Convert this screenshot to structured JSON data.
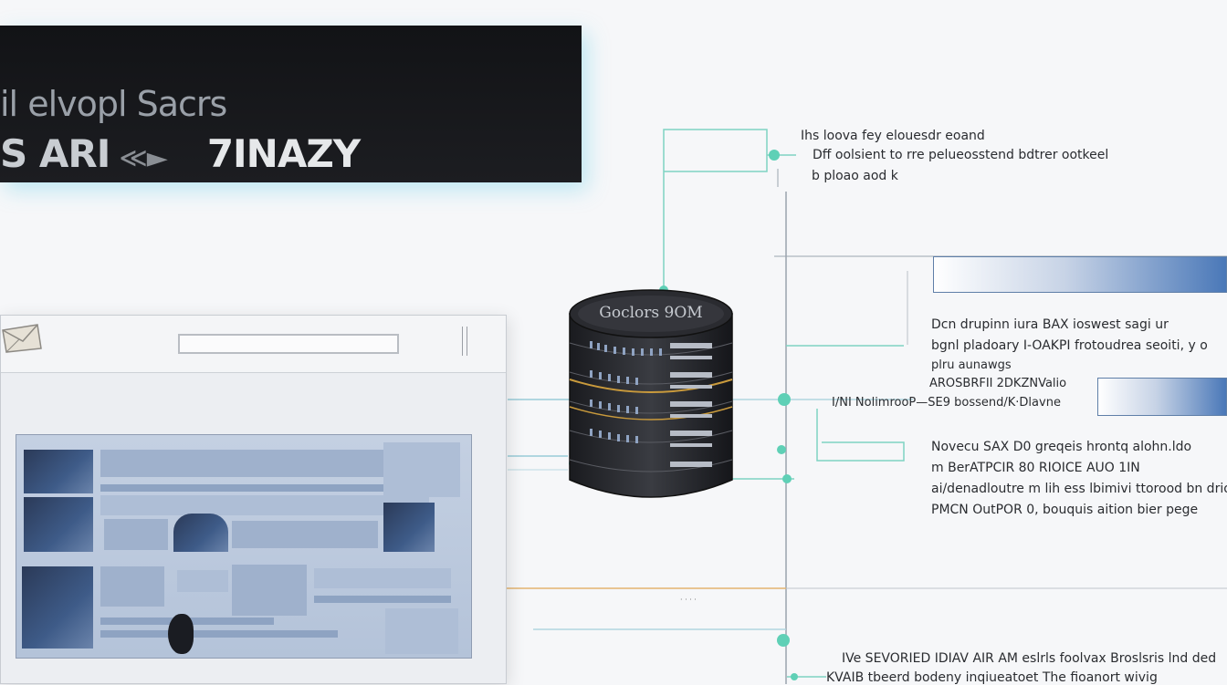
{
  "banner": {
    "line1": "il elvopl Sacrs",
    "line2_a": "S ARI",
    "line2_b": "≪►",
    "line2_c": "7INAZY"
  },
  "server": {
    "label": "Goclors 9OM"
  },
  "annotations": {
    "top": [
      "Ihs loova fey elouesdr eoand",
      "Dff oolsient to rre pelueosstend bdtrer ootkeel",
      "b ploao aod k"
    ],
    "mid": [
      "Dcn drupinn iura BAX ioswest sagi ur",
      "bgnl pladoary I-OAKPI frotoudrea seoiti, y o",
      "plru aunawgs",
      "AROSBRFII 2DKZNValio"
    ],
    "mid_label": "I/NI NolimrooP—SE9 bossend/K·Dlavne",
    "lower": [
      "Novecu        SAX D0 greqeis hrontq alohn.ldo",
      "m BerATPCIR 80 RIOICE AUO 1IN",
      "ai/denadloutre m lih ess lbimivi ttorood bn drio",
      "PMCN OutPOR 0, bouquis aition bier pege"
    ],
    "bottom": [
      "IVe SEVORIED IDIAV AIR AM eslrls foolvax Broslsris lnd ded",
      "KVAIB tbeerd bodeny inqiueatoet  The fioanort wivig"
    ]
  },
  "colors": {
    "accent_teal": "#3ec6a6",
    "accent_orange": "#e0a24a",
    "bar_blue": "#4a78b8",
    "banner_bg": "#16171b"
  }
}
